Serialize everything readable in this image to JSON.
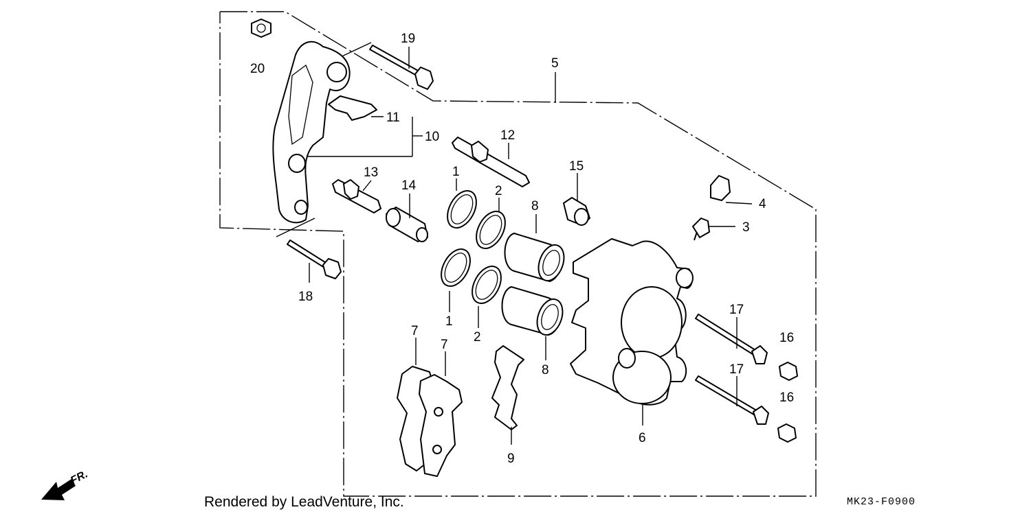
{
  "callouts": {
    "c1a": "1",
    "c1b": "1",
    "c2a": "2",
    "c2b": "2",
    "c3": "3",
    "c4": "4",
    "c5": "5",
    "c6": "6",
    "c7a": "7",
    "c7b": "7",
    "c8a": "8",
    "c8b": "8",
    "c9": "9",
    "c10": "10",
    "c11": "11",
    "c12": "12",
    "c13": "13",
    "c14": "14",
    "c15": "15",
    "c16a": "16",
    "c16b": "16",
    "c17a": "17",
    "c17b": "17",
    "c18": "18",
    "c19": "19",
    "c20": "20"
  },
  "footer": {
    "rendered_by": "Rendered by LeadVenture, Inc.",
    "diagram_code": "MK23-F0900",
    "direction_label": "FR."
  },
  "icons": {
    "direction": "front-direction-arrow-icon"
  }
}
